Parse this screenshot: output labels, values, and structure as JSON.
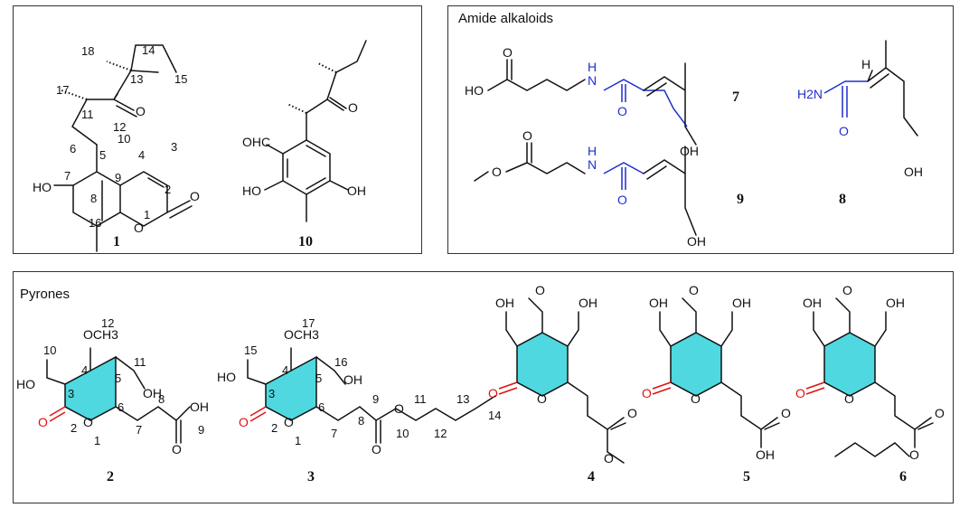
{
  "panels": {
    "top_left": {
      "compound_ids": [
        "1",
        "10"
      ],
      "atom_numbers": [
        "18",
        "14",
        "13",
        "15",
        "17",
        "11",
        "12",
        "6",
        "10",
        "3",
        "5",
        "4",
        "7",
        "9",
        "2",
        "8",
        "16",
        "1"
      ],
      "atom_labels": {
        "o_ketone": "O",
        "o_ring": "O",
        "o_lactone": "O",
        "ho_7": "HO",
        "ohc": "OHC",
        "o_10": "O",
        "ho_10a": "HO",
        "oh_10b": "OH"
      }
    },
    "top_right": {
      "title": "Amide alkaloids",
      "compound_ids": [
        "7",
        "9",
        "8"
      ],
      "atom_labels": {
        "ho_acid": "HO",
        "o_acid": "O",
        "nh_7": "H",
        "n_7": "N",
        "o_amide_7": "O",
        "oh_7": "OH",
        "o_ester": "O",
        "o_methoxy": "O",
        "nh_9": "H",
        "n_9": "N",
        "o_amide_9": "O",
        "oh_9": "OH",
        "h_8": "H",
        "h2n": "H2N",
        "o_8": "O",
        "oh_8": "OH"
      }
    },
    "bottom": {
      "title": "Pyrones",
      "compound_ids": [
        "2",
        "3",
        "4",
        "5",
        "6"
      ],
      "atom_numbers_2": [
        "12",
        "10",
        "11",
        "4",
        "5",
        "3",
        "6",
        "8",
        "2",
        "1",
        "7",
        "9"
      ],
      "atom_numbers_3": [
        "17",
        "15",
        "16",
        "4",
        "5",
        "3",
        "6",
        "9",
        "11",
        "13",
        "2",
        "1",
        "7",
        "8",
        "10",
        "12",
        "14"
      ],
      "atom_labels": {
        "och3": "OCH3",
        "ho": "HO",
        "oh": "OH",
        "o": "O"
      }
    }
  },
  "colors": {
    "ring_fill": "#4fd8e0",
    "carbonyl": "#e01010",
    "amide": "#1f2fd0",
    "border": "#333333"
  }
}
